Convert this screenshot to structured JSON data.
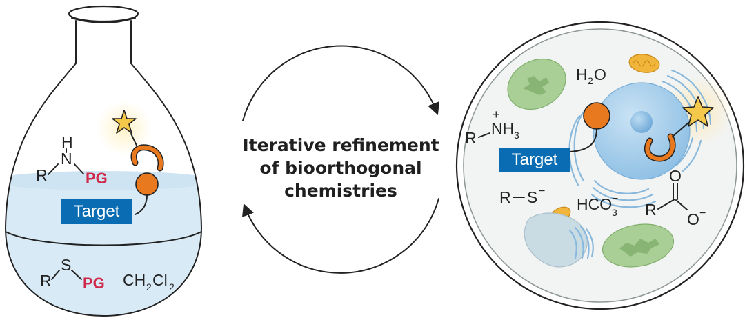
{
  "center": {
    "caption_line1": "Iterative refinement",
    "caption_line2": "of bioorthogonal",
    "caption_line3": "chemistries"
  },
  "flask": {
    "target_label": "Target",
    "amine_r": "R",
    "amine_n": "N",
    "amine_h": "H",
    "amine_pg": "PG",
    "thio_r": "R",
    "thio_s": "S",
    "thio_pg": "PG",
    "solvent": "CH",
    "solvent_sub1": "2",
    "solvent_cl": "Cl",
    "solvent_sub2": "2"
  },
  "cell": {
    "target_label": "Target",
    "water_h": "H",
    "water_sub": "2",
    "water_o": "O",
    "ammonium_r": "R",
    "ammonium_plus": "+",
    "ammonium_nh": "NH",
    "ammonium_sub": "3",
    "thiolate_r": "R",
    "thiolate_s": "S",
    "thiolate_minus": "−",
    "bicarb": "HCO",
    "bicarb_sub": "3",
    "bicarb_minus": "−",
    "carbox_r": "R",
    "carbox_o_top": "O",
    "carbox_o": "O",
    "carbox_minus": "−"
  },
  "colors": {
    "target_box": "#0a6db3",
    "probe_orange": "#e8791f",
    "star_yellow": "#f4c84a",
    "protecting_group_red": "#d0284a",
    "liquid_blue": "#d8eaf5",
    "nucleus_blue": "#9cc8e8",
    "chloroplast_green": "#a9cf96",
    "mitochondria_yellow": "#f0b53a"
  }
}
